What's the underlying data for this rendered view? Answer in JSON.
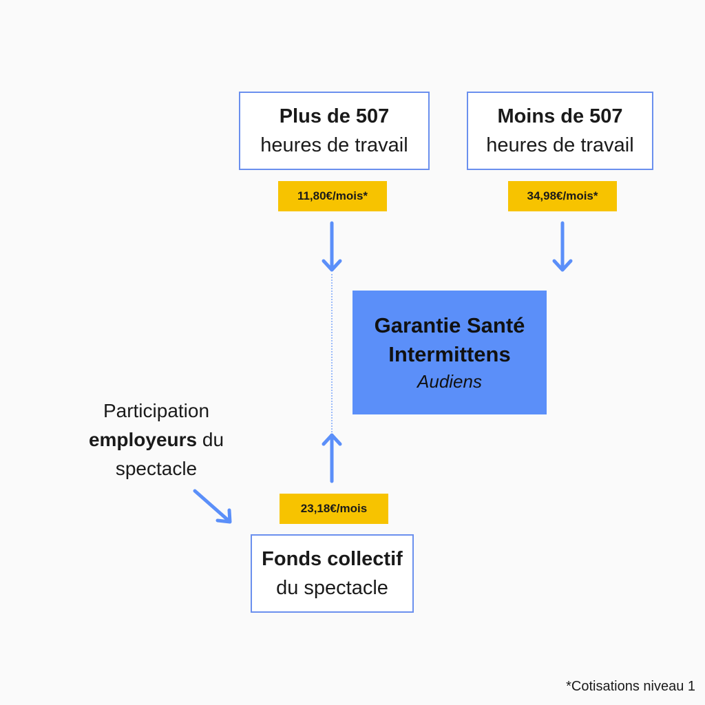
{
  "box_more": {
    "line1": "Plus de 507",
    "line2": "heures de travail",
    "price": "11,80€/mois*"
  },
  "box_less": {
    "line1": "Moins de 507",
    "line2": "heures de travail",
    "price": "34,98€/mois*"
  },
  "center": {
    "line1": "Garantie Santé",
    "line2": "Intermittens",
    "line3": "Audiens"
  },
  "side": {
    "part1": "Participation",
    "part2_bold": "employeurs",
    "part2_rest": " du",
    "part3": "spectacle"
  },
  "fund": {
    "line1": "Fonds collectif",
    "line2": "du spectacle",
    "price": "23,18€/mois"
  },
  "footnote": "*Cotisations niveau 1",
  "colors": {
    "blue": "#5b8ff9",
    "border": "#6a8fee",
    "yellow": "#f7c300",
    "background": "#fafafa"
  }
}
